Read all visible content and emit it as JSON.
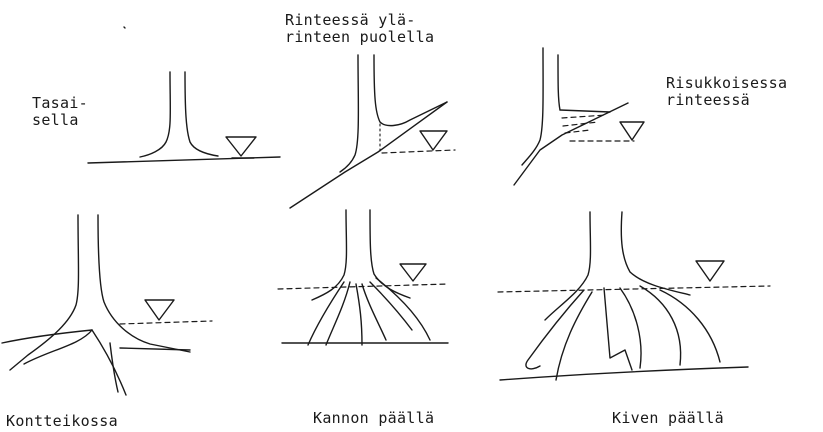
{
  "panels": [
    {
      "id": "flat",
      "label_lines": [
        "Tasai-",
        "sella"
      ]
    },
    {
      "id": "upslope",
      "label_lines": [
        "Rinteessä ylä-",
        "rinteen puolella"
      ]
    },
    {
      "id": "brushy",
      "label_lines": [
        "Risukkoisessa",
        "rinteessä"
      ]
    },
    {
      "id": "hummock",
      "label_lines": [
        "Kontteikossa"
      ]
    },
    {
      "id": "stump",
      "label_lines": [
        "Kannon päällä"
      ]
    },
    {
      "id": "stone",
      "label_lines": [
        "Kiven päällä"
      ]
    }
  ],
  "symbols": {
    "water_level_marker": "inverted-triangle"
  }
}
